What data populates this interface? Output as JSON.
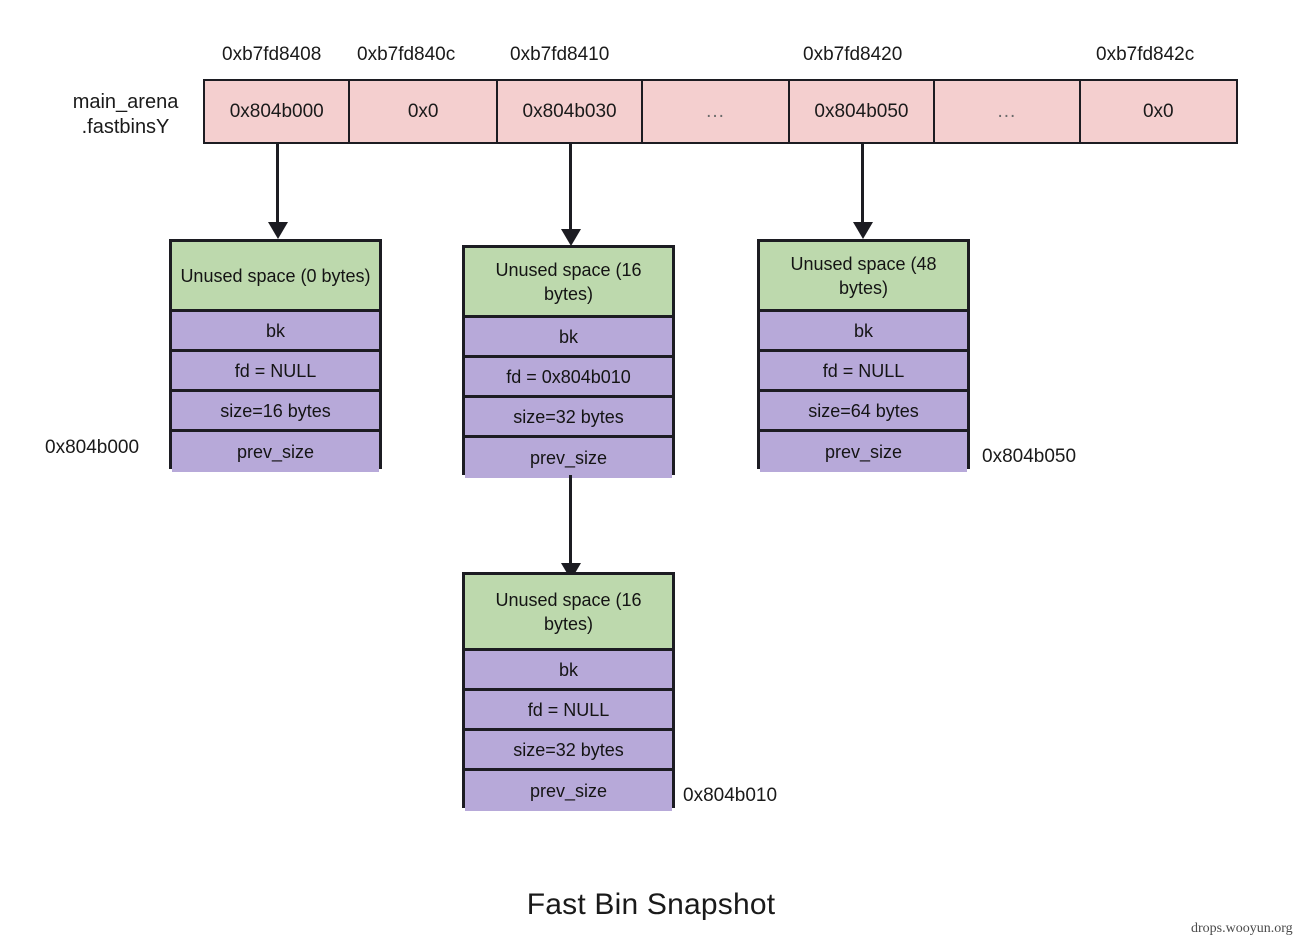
{
  "figure": {
    "caption": "Fast Bin Snapshot",
    "watermark": "drops.wooyun.org"
  },
  "colors": {
    "fastbin_fill": "#f4cfcf",
    "unused_fill": "#bdd9ad",
    "field_fill": "#b7a9d9",
    "stroke": "#1c1c22",
    "text": "#1a1a1a"
  },
  "fastbins": {
    "label": "main_arena\n.fastbinsY",
    "address_headers": [
      {
        "text": "0xb7fd8408",
        "cell_index": 0
      },
      {
        "text": "0xb7fd840c",
        "cell_index": 1
      },
      {
        "text": "0xb7fd8410",
        "cell_index": 2
      },
      {
        "text": "0xb7fd8420",
        "cell_index": 4
      },
      {
        "text": "0xb7fd842c",
        "cell_index": 6
      }
    ],
    "cells": [
      {
        "value": "0x804b000",
        "is_ellipsis": false
      },
      {
        "value": "0x0",
        "is_ellipsis": false
      },
      {
        "value": "0x804b030",
        "is_ellipsis": false
      },
      {
        "value": "...",
        "is_ellipsis": true
      },
      {
        "value": "0x804b050",
        "is_ellipsis": false
      },
      {
        "value": "...",
        "is_ellipsis": true
      },
      {
        "value": "0x0",
        "is_ellipsis": false
      }
    ]
  },
  "chunks": [
    {
      "id": "chunk-0x804b000",
      "unused": "Unused space (0 bytes)",
      "bk": "bk",
      "fd": "fd = NULL",
      "size": "size=16 bytes",
      "prev_size": "prev_size",
      "address_label": "0x804b000",
      "address_side": "left"
    },
    {
      "id": "chunk-0x804b030",
      "unused": "Unused space (16 bytes)",
      "bk": "bk",
      "fd": "fd = 0x804b010",
      "size": "size=32 bytes",
      "prev_size": "prev_size",
      "address_label": "",
      "address_side": "none"
    },
    {
      "id": "chunk-0x804b050",
      "unused": "Unused space (48 bytes)",
      "bk": "bk",
      "fd": "fd = NULL",
      "size": "size=64 bytes",
      "prev_size": "prev_size",
      "address_label": "0x804b050",
      "address_side": "right"
    },
    {
      "id": "chunk-0x804b010",
      "unused": "Unused space (16 bytes)",
      "bk": "bk",
      "fd": "fd = NULL",
      "size": "size=32 bytes",
      "prev_size": "prev_size",
      "address_label": "0x804b010",
      "address_side": "right"
    }
  ],
  "arrows": [
    {
      "name": "arrow-fastbin0-to-chunk-0x804b000",
      "from": "fastbin cell 0",
      "to": "chunk 0x804b000"
    },
    {
      "name": "arrow-fastbin2-to-chunk-0x804b030",
      "from": "fastbin cell 2",
      "to": "chunk 0x804b030"
    },
    {
      "name": "arrow-fastbin4-to-chunk-0x804b050",
      "from": "fastbin cell 4",
      "to": "chunk 0x804b050"
    },
    {
      "name": "arrow-chunk-0x804b030-to-chunk-0x804b010",
      "from": "chunk 0x804b030",
      "to": "chunk 0x804b010"
    }
  ]
}
